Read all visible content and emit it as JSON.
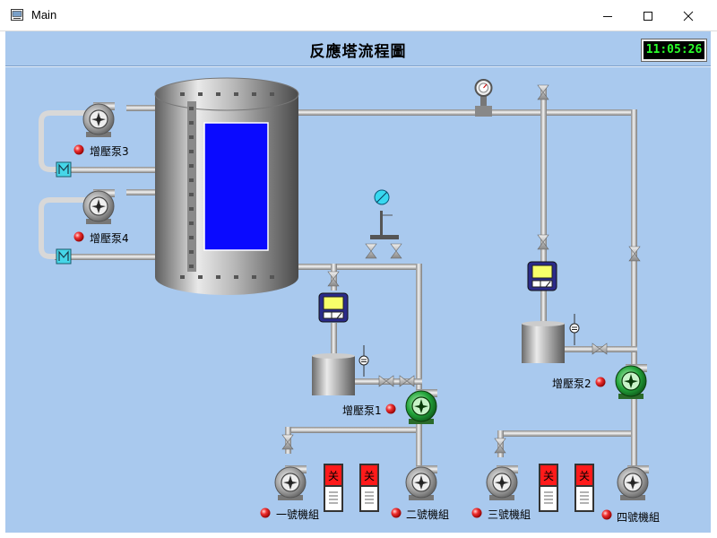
{
  "window": {
    "title": "Main",
    "minimize_icon": "minimize-icon",
    "maximize_icon": "maximize-icon",
    "close_icon": "close-icon"
  },
  "header": {
    "title": "反應塔流程圖",
    "clock": "11:05:26"
  },
  "pumps": {
    "pump3": "增壓泵3",
    "pump4": "增壓泵4",
    "pump1": "增壓泵1",
    "pump2": "增壓泵2"
  },
  "units": {
    "unit1": "一號機組",
    "unit2": "二號機組",
    "unit3": "三號機組",
    "unit4": "四號機組"
  },
  "switches": {
    "label": "关"
  },
  "colors": {
    "background": "#a9c9ee",
    "tank_window": "#0a0aff",
    "clock_text": "#2bff2b",
    "status_red": "#e8201e",
    "pump_green": "#22a33a",
    "switch_red": "#ff1a1a"
  }
}
